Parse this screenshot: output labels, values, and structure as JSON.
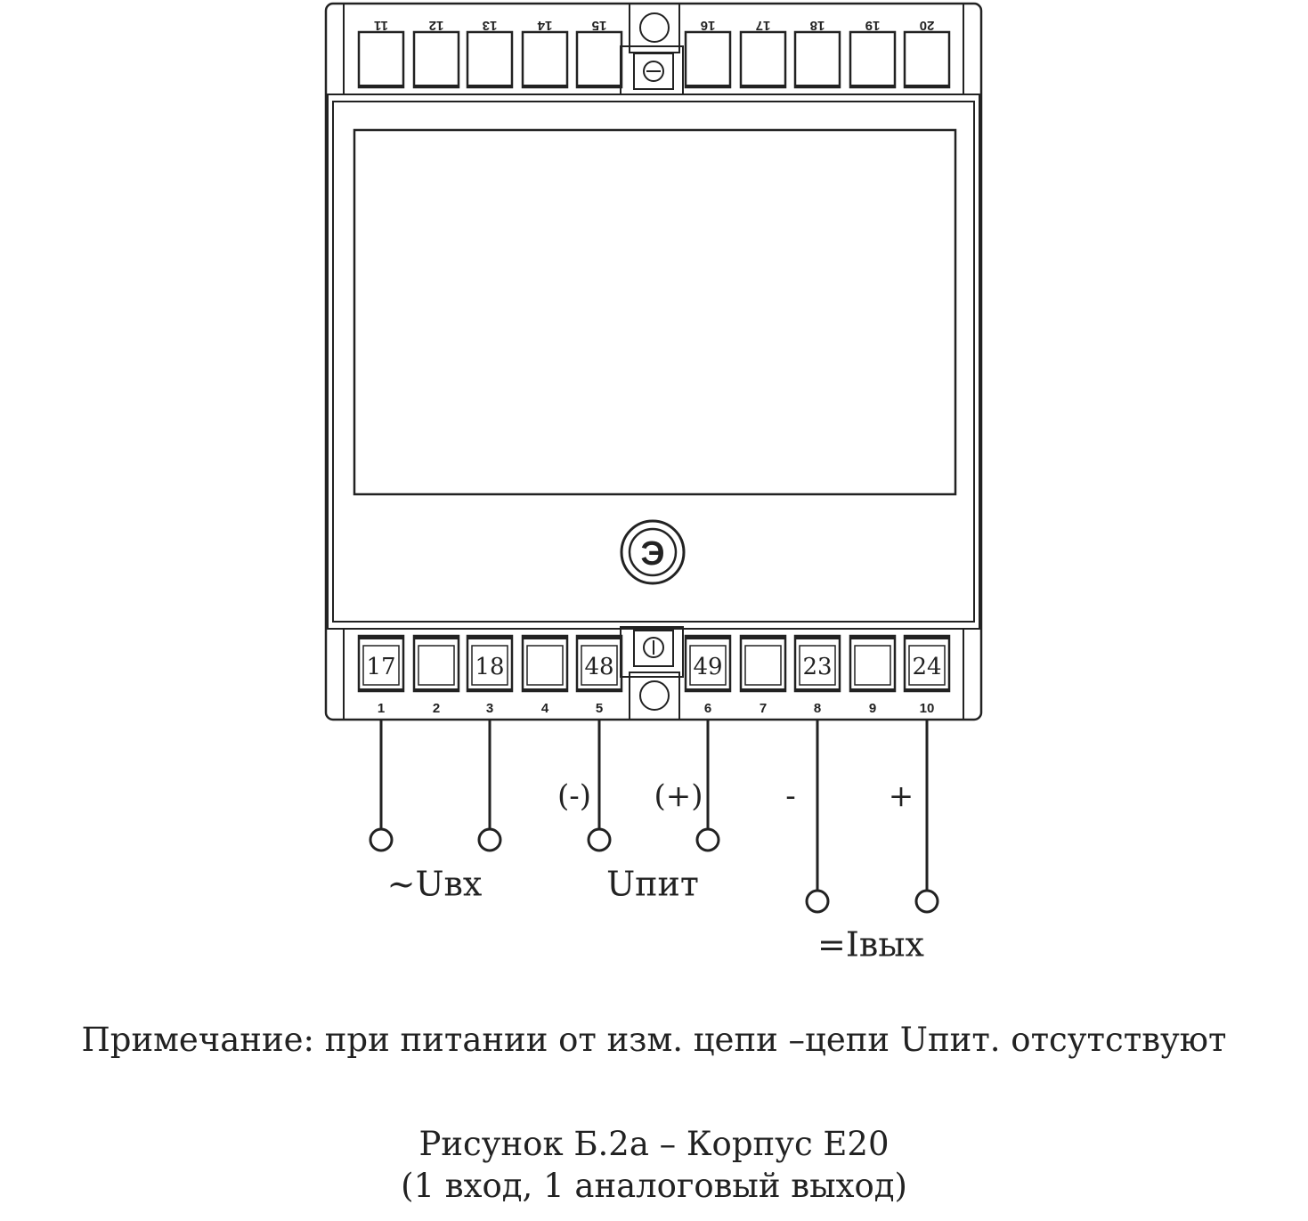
{
  "top_terminals": [
    "11",
    "12",
    "13",
    "14",
    "15",
    "16",
    "17",
    "18",
    "19",
    "20"
  ],
  "bottom_terminals": [
    "1",
    "2",
    "3",
    "4",
    "5",
    "6",
    "7",
    "8",
    "9",
    "10"
  ],
  "bottom_terminal_marks": [
    "17",
    "",
    "18",
    "",
    "48",
    "49",
    "",
    "23",
    "",
    "24"
  ],
  "wire_labels": {
    "minus_paren": "(-)",
    "plus_paren": "(+)",
    "minus": "-",
    "plus": "+",
    "u_in": "~Uвх",
    "u_supply": "Uпит",
    "i_out": "=Iвых"
  },
  "logo_letter": "Э",
  "note": "Примечание: при питании от изм. цепи –цепи Uпит. отсутствуют",
  "caption": {
    "line1": "Рисунок Б.2а – Корпус Е20",
    "line2": "(1 вход, 1 аналоговый выход)"
  }
}
